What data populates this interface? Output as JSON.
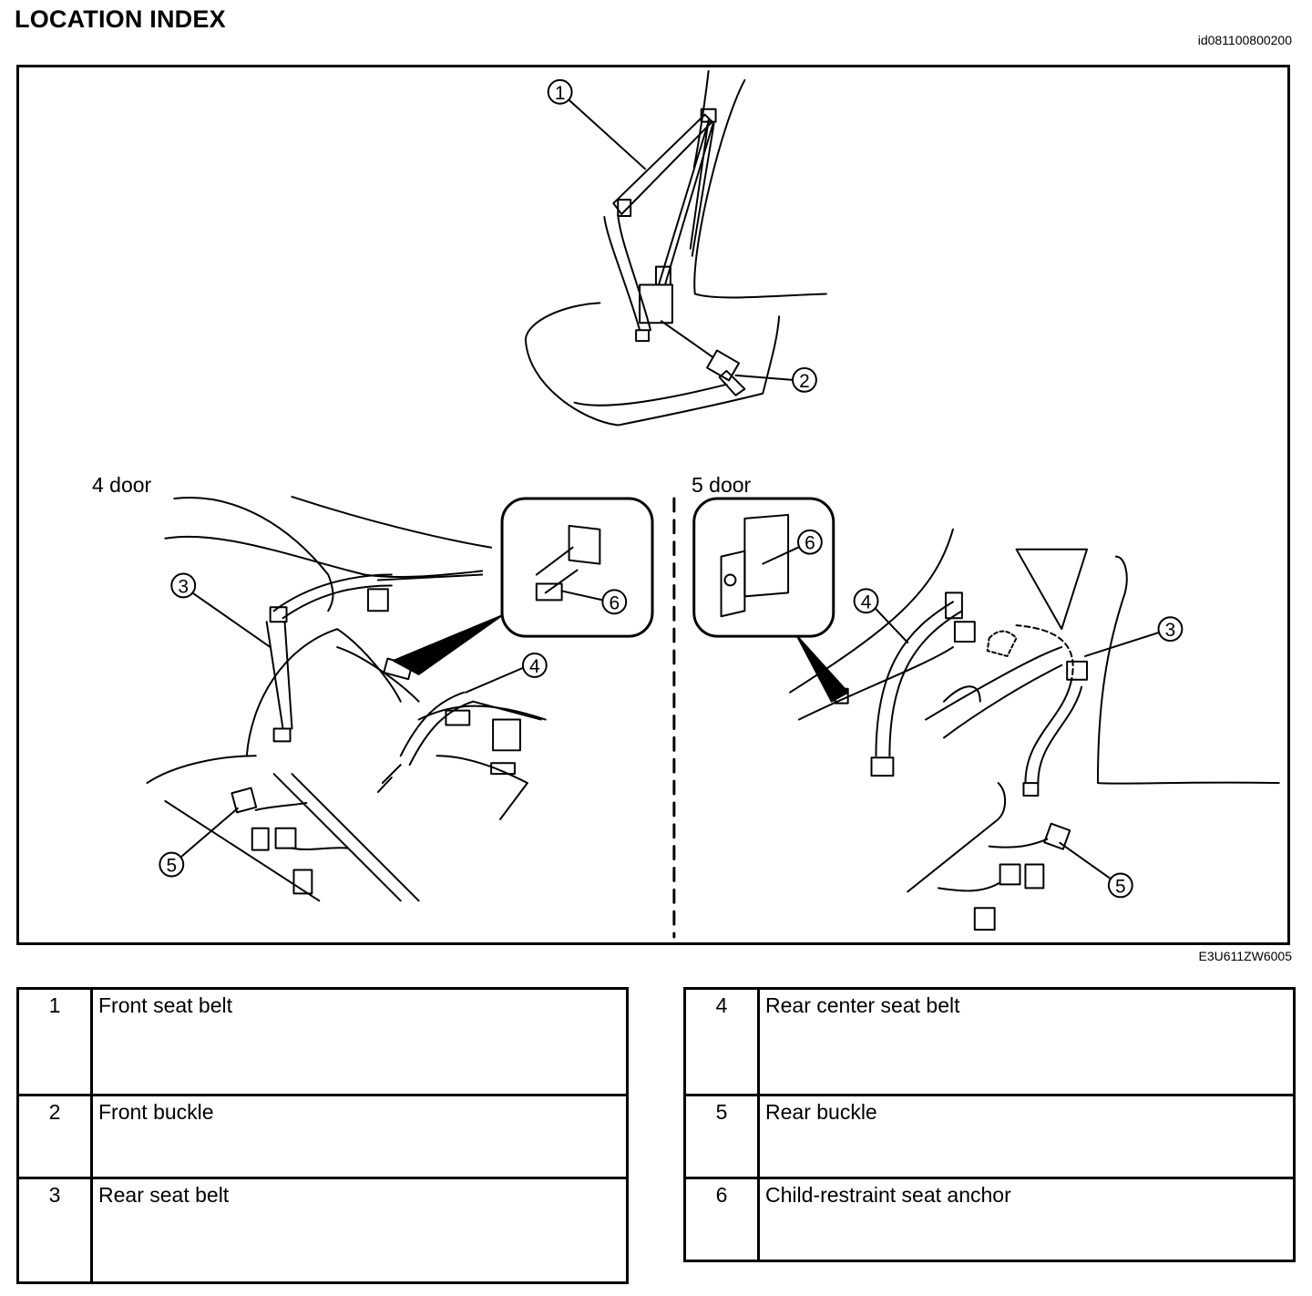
{
  "page": {
    "title": "LOCATION INDEX",
    "doc_id": "id081100800200",
    "figure_code": "E3U611ZW6005"
  },
  "figure": {
    "section_labels": [
      "4 door",
      "5 door"
    ],
    "callouts": [
      "1",
      "2",
      "3",
      "4",
      "5",
      "6"
    ]
  },
  "legend": {
    "left": [
      {
        "num": "1",
        "name": "Front seat belt"
      },
      {
        "num": "2",
        "name": "Front buckle"
      },
      {
        "num": "3",
        "name": "Rear seat belt"
      }
    ],
    "right": [
      {
        "num": "4",
        "name": "Rear center seat belt"
      },
      {
        "num": "5",
        "name": "Rear buckle"
      },
      {
        "num": "6",
        "name": "Child-restraint seat anchor"
      }
    ]
  }
}
